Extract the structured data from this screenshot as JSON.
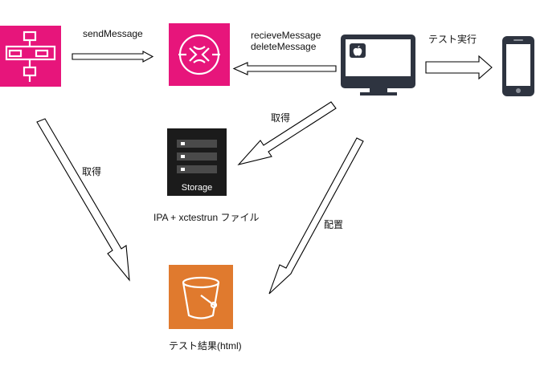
{
  "nodes": {
    "step_functions": {
      "icon": "step-functions-icon",
      "color": "#E7157B"
    },
    "sqs": {
      "icon": "sqs-queue-icon",
      "color": "#E7157B"
    },
    "mac": {
      "icon": "mac-monitor-icon",
      "badge": "apple-logo-icon",
      "color": "#2E3440"
    },
    "iphone": {
      "icon": "smartphone-icon",
      "color": "#2E3440"
    },
    "storage": {
      "icon": "storage-icon",
      "label": "Storage",
      "caption": "IPA + xctestrun ファイル"
    },
    "s3": {
      "icon": "s3-bucket-icon",
      "color": "#E07A2E",
      "caption": "テスト結果(html)"
    }
  },
  "edges": {
    "send_message": "sendMessage",
    "receive_message": "recieveMessage",
    "delete_message": "deleteMessage",
    "test_run": "テスト実行",
    "fetch_left": "取得",
    "fetch_center": "取得",
    "deploy": "配置"
  }
}
